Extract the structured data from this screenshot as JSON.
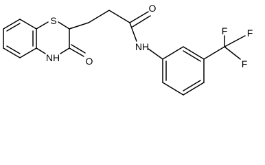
{
  "molecule": {
    "atoms": {
      "S": "S",
      "O_ring": "O",
      "NH_ring": "NH",
      "O_amide": "O",
      "NH_amide": "NH",
      "F_top": "F",
      "F_right": "F",
      "F_bottom": "F"
    }
  }
}
